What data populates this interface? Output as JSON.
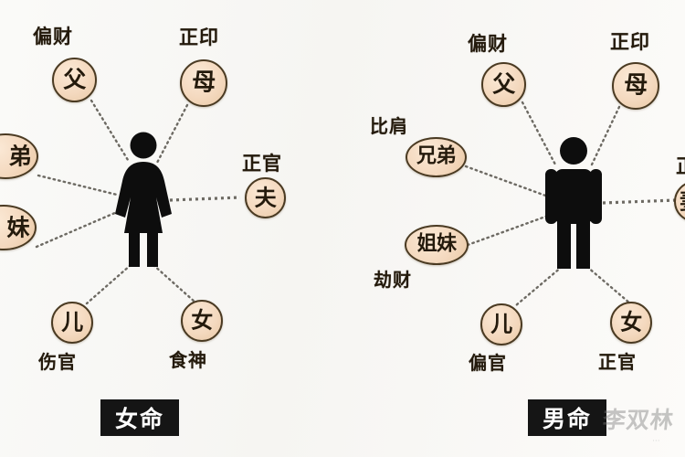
{
  "diagram": {
    "title_left": "女命",
    "title_right": "男命",
    "background_color": "#f8f7f5",
    "node_fill_color": "#f4d9bf",
    "node_border_color": "#4a3a22",
    "caption_bg_color": "#151515",
    "caption_text_color": "#ffffff"
  },
  "watermark": {
    "text": "李双林"
  },
  "left_chart": {
    "center_figure": "female-figure",
    "nodes": [
      {
        "id": "father",
        "glyph": "父",
        "tag": "偏财",
        "shape": "circle"
      },
      {
        "id": "mother",
        "glyph": "母",
        "tag": "正印",
        "shape": "circle"
      },
      {
        "id": "younger-brother",
        "glyph": "弟",
        "tag": "",
        "shape": "ellipse"
      },
      {
        "id": "younger-sister",
        "glyph": "妹",
        "tag": "",
        "shape": "ellipse"
      },
      {
        "id": "husband",
        "glyph": "夫",
        "tag": "正官",
        "shape": "circle"
      },
      {
        "id": "son",
        "glyph": "儿",
        "tag": "伤官",
        "shape": "circle"
      },
      {
        "id": "daughter",
        "glyph": "女",
        "tag": "食神",
        "shape": "circle"
      }
    ],
    "caption": "女命"
  },
  "right_chart": {
    "center_figure": "male-figure",
    "nodes": [
      {
        "id": "father",
        "glyph": "父",
        "tag": "偏财",
        "shape": "circle"
      },
      {
        "id": "mother",
        "glyph": "母",
        "tag": "正印",
        "shape": "circle"
      },
      {
        "id": "brothers",
        "glyph": "兄弟",
        "tag": "比肩",
        "shape": "ellipse"
      },
      {
        "id": "sisters",
        "glyph": "姐妹",
        "tag": "劫财",
        "shape": "ellipse"
      },
      {
        "id": "wife",
        "glyph": "妻",
        "tag": "正财",
        "shape": "circle"
      },
      {
        "id": "son",
        "glyph": "儿",
        "tag": "偏官",
        "shape": "circle"
      },
      {
        "id": "daughter",
        "glyph": "女",
        "tag": "正官",
        "shape": "circle"
      }
    ],
    "caption": "男命"
  }
}
